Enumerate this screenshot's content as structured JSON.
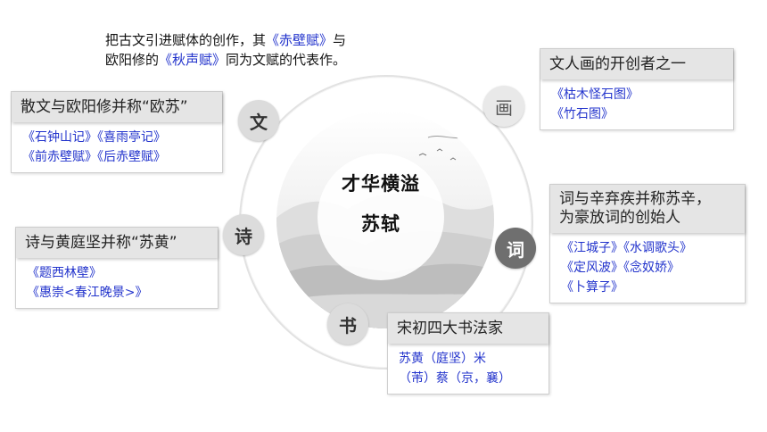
{
  "intro": {
    "line1_pre": "把古文引进赋体的创作，其",
    "line1_work": "《赤壁赋》",
    "line1_post": "与",
    "line2_pre": "欧阳修的",
    "line2_work": "《秋声赋》",
    "line2_post": "同为文赋的代表作。"
  },
  "center": {
    "line1": "才华横溢",
    "line2": "苏轼"
  },
  "nodes": {
    "wen": "文",
    "hua": "画",
    "shi": "诗",
    "ci": "词",
    "shu": "书"
  },
  "cards": {
    "prose": {
      "title": "散文与欧阳修并称“欧苏”",
      "lines": [
        "《石钟山记》《喜雨亭记》",
        "《前赤壁赋》《后赤壁赋》"
      ]
    },
    "painting": {
      "title": "文人画的开创者之一",
      "lines": [
        "《枯木怪石图》",
        "《竹石图》"
      ]
    },
    "poetry": {
      "title": "诗与黄庭坚并称“苏黄”",
      "lines": [
        "《题西林壁》",
        "《惠崇<春江晚景>》"
      ]
    },
    "ci": {
      "title_line1": "词与辛弃疾并称苏辛，",
      "title_line2": "为豪放词的创始人",
      "lines": [
        "《江城子》《水调歌头》",
        "《定风波》《念奴娇》",
        "《卜算子》"
      ]
    },
    "calligraphy": {
      "title": "宋初四大书法家",
      "lines": [
        "苏黄（庭坚）米",
        "（芾）蔡（京，襄）"
      ]
    }
  }
}
